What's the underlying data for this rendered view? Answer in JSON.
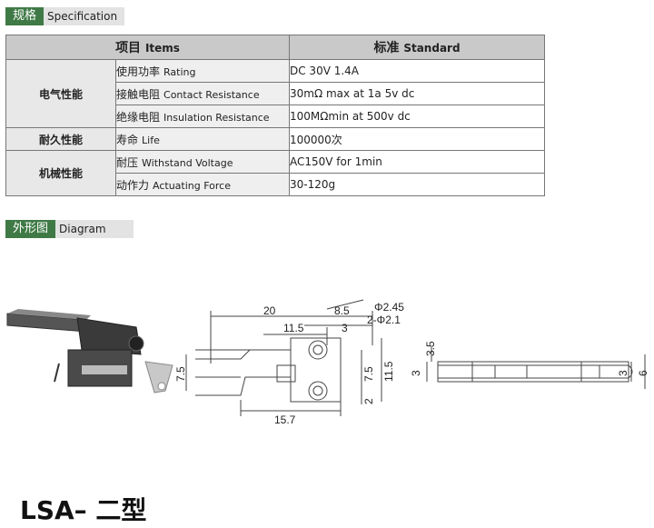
{
  "spec_header": {
    "cn": "规格",
    "en": "Specification"
  },
  "table": {
    "col_item_cn": "项目",
    "col_item_en": "Items",
    "col_std_cn": "标准",
    "col_std_en": "Standard",
    "groups": {
      "electrical": "电气性能",
      "durability": "耐久性能",
      "mechanical": "机械性能"
    },
    "rows": [
      {
        "cn": "使用功率",
        "en": "Rating",
        "value": "DC 30V 1.4A"
      },
      {
        "cn": "接触电阻",
        "en": "Contact Resistance",
        "value": "30mΩ max at 1a 5v dc"
      },
      {
        "cn": "绝缘电阻",
        "en": "Insulation Resistance",
        "value": "100MΩmin at 500v dc"
      },
      {
        "cn": "寿命",
        "en": "Life",
        "value": "100000次"
      },
      {
        "cn": "耐压",
        "en": "Withstand Voltage",
        "value": "AC150V for 1min"
      },
      {
        "cn": "动作力",
        "en": "Actuating Force",
        "value": "30-120g"
      }
    ]
  },
  "diagram_header": {
    "cn": "外形图",
    "en": "Diagram"
  },
  "dims": {
    "d20": "20",
    "d85": "8.5",
    "d115": "11.5",
    "d3": "3",
    "phi245": "Φ2.45",
    "phi21": "2-Φ2.1",
    "d75a": "7.5",
    "d75b": "7.5",
    "d115v": "11.5",
    "d2": "2",
    "d157": "15.7",
    "d35": "3.5",
    "d3b": "3",
    "d3c": "3",
    "d6": "6"
  },
  "model": "LSA– 二型"
}
